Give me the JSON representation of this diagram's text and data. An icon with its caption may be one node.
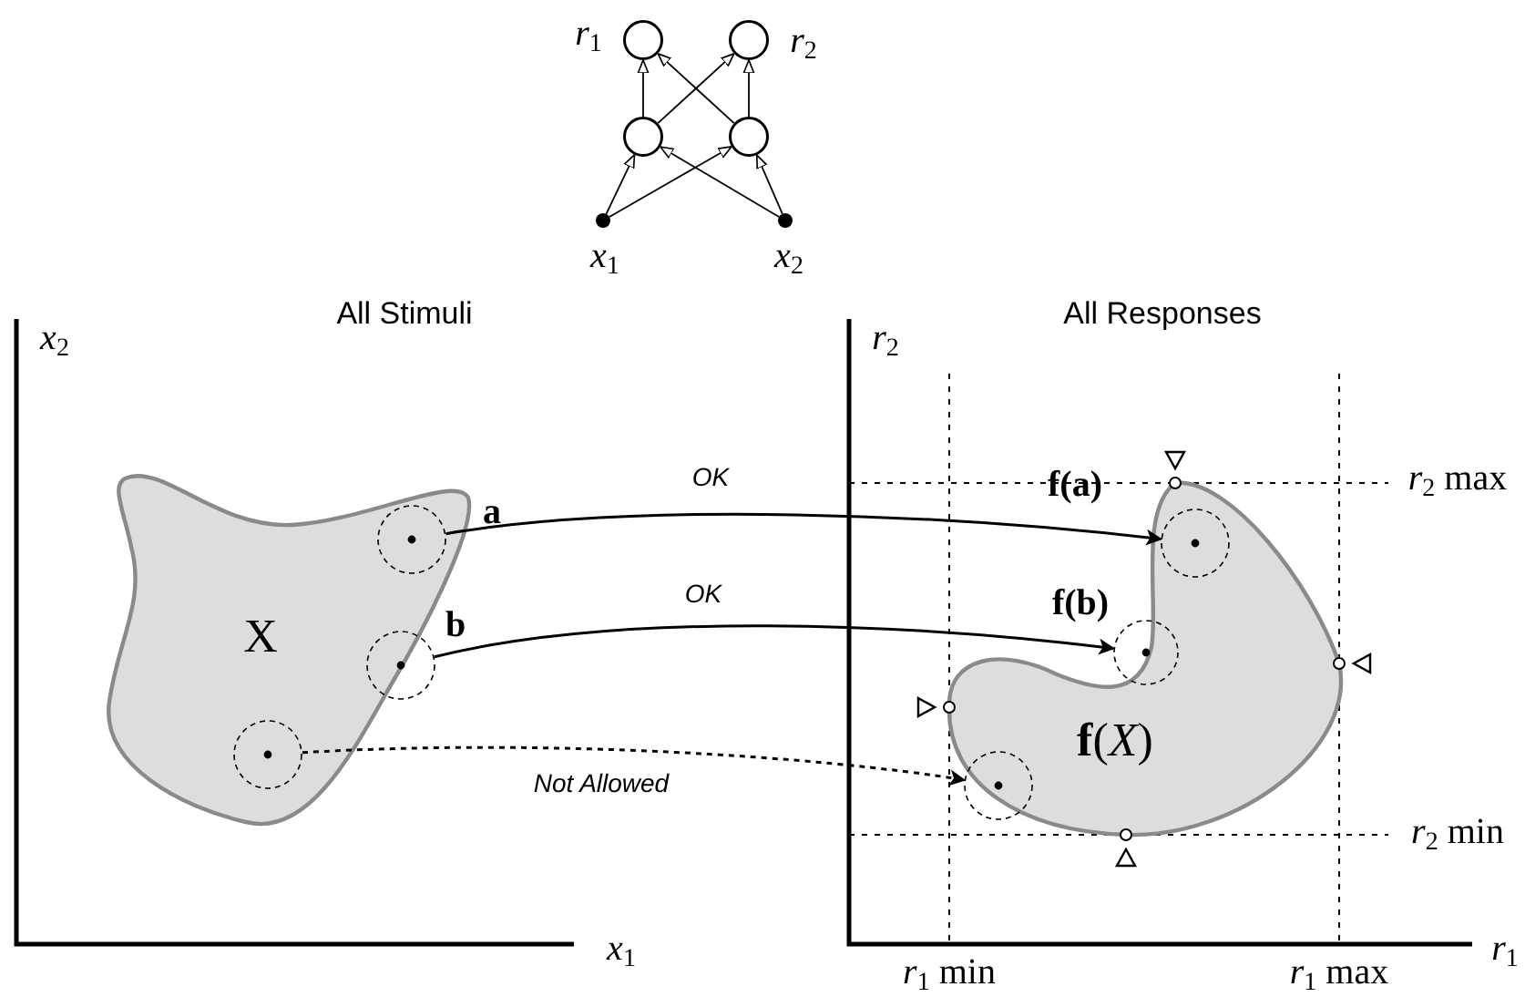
{
  "diagram": {
    "nodes": [
      {
        "text": [],
        "shape": "circle",
        "beside": [
          "*r*$_{1}$"
        ]
      },
      {
        "text": [],
        "shape": "circle",
        "beside": [
          "*r*$_{2}$"
        ]
      },
      {
        "text": [],
        "shape": "circle"
      },
      {
        "text": [],
        "shape": "circle"
      },
      {
        "text": [],
        "shape": "circle",
        "beside": [
          "*x*$_{1}$"
        ]
      },
      {
        "text": [],
        "shape": "circle",
        "beside": [
          "*x*$_{2}$"
        ]
      },
      {
        "text": [
          "X"
        ]
      },
      {
        "text": [],
        "shape": "circle",
        "beside": [
          "a"
        ],
        "in": 6
      },
      {
        "text": [],
        "shape": "circle",
        "beside": [
          "b"
        ],
        "in": 6
      },
      {
        "text": [],
        "shape": "circle",
        "in": 6
      },
      {
        "text": [
          "**f**(*X*)"
        ]
      },
      {
        "text": [],
        "shape": "circle",
        "beside": [
          "f(a)"
        ],
        "in": 10
      },
      {
        "text": [],
        "shape": "circle",
        "beside": [
          "f(b)"
        ],
        "in": 10
      },
      {
        "text": [],
        "shape": "circle",
        "in": 10
      }
    ],
    "edges": [
      {
        "from": 4,
        "to": 2,
        "arrow": "to"
      },
      {
        "from": 4,
        "to": 3,
        "arrow": "to"
      },
      {
        "from": 5,
        "to": 2,
        "arrow": "to"
      },
      {
        "from": 5,
        "to": 3,
        "arrow": "to"
      },
      {
        "from": 2,
        "to": 0,
        "arrow": "to"
      },
      {
        "from": 2,
        "to": 1,
        "arrow": "to"
      },
      {
        "from": 3,
        "to": 0,
        "arrow": "to"
      },
      {
        "from": 3,
        "to": 1,
        "arrow": "to"
      },
      {
        "from": 7,
        "to": 11,
        "arrow": "to",
        "label": "OK"
      },
      {
        "from": 8,
        "to": 12,
        "arrow": "to",
        "label": "OK"
      },
      {
        "from": 9,
        "to": 13,
        "arrow": "to",
        "label": "Not Allowed",
        "style": "dashed"
      }
    ],
    "labels": [
      "All Stimuli",
      "All Responses",
      "*x*$_{2}$",
      "*r*$_{2}$",
      "*r*$_{2}$ max",
      "*r*$_{2}$ min",
      "*x*$_{1}$",
      "*r*$_{1}$",
      "*r*$_{1}$ min",
      "*r*$_{1}$ max"
    ]
  }
}
